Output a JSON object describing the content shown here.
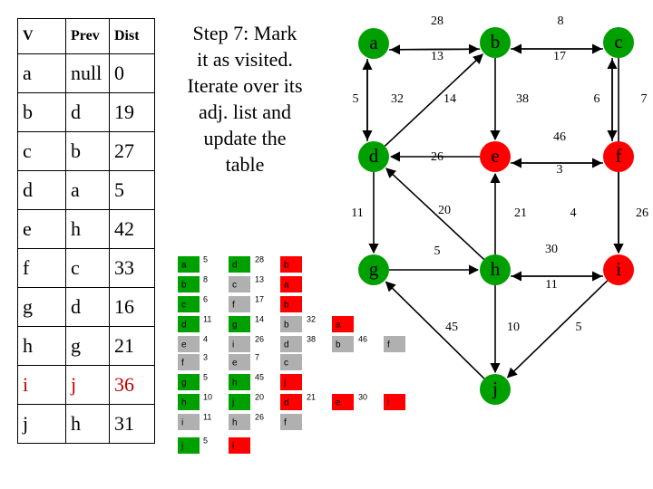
{
  "step_text": "Step 7: Mark it as visited. Iterate over its adj. list and update the table",
  "table": {
    "headers": [
      "V",
      "Prev",
      "Dist"
    ],
    "rows": [
      {
        "v": "a",
        "prev": "null",
        "dist": "0",
        "highlight": false
      },
      {
        "v": "b",
        "prev": "d",
        "dist": "19",
        "highlight": false
      },
      {
        "v": "c",
        "prev": "b",
        "dist": "27",
        "highlight": false
      },
      {
        "v": "d",
        "prev": "a",
        "dist": "5",
        "highlight": false
      },
      {
        "v": "e",
        "prev": "h",
        "dist": "42",
        "highlight": false
      },
      {
        "v": "f",
        "prev": "c",
        "dist": "33",
        "highlight": false
      },
      {
        "v": "g",
        "prev": "d",
        "dist": "16",
        "highlight": false
      },
      {
        "v": "h",
        "prev": "g",
        "dist": "21",
        "highlight": false
      },
      {
        "v": "i",
        "prev": "j",
        "dist": "36",
        "highlight": true
      },
      {
        "v": "j",
        "prev": "h",
        "dist": "31",
        "highlight": false
      }
    ]
  },
  "colors": {
    "visited": "#00a000",
    "unvisited": "#ff0000",
    "pending": "#b0b0b0",
    "table_highlight": "#c00000"
  },
  "graph": {
    "nodes": [
      {
        "id": "a",
        "label": "a",
        "state": "visited"
      },
      {
        "id": "b",
        "label": "b",
        "state": "visited"
      },
      {
        "id": "c",
        "label": "c",
        "state": "visited"
      },
      {
        "id": "d",
        "label": "d",
        "state": "visited"
      },
      {
        "id": "e",
        "label": "e",
        "state": "unvisited"
      },
      {
        "id": "f",
        "label": "f",
        "state": "unvisited"
      },
      {
        "id": "g",
        "label": "g",
        "state": "visited"
      },
      {
        "id": "h",
        "label": "h",
        "state": "visited"
      },
      {
        "id": "i",
        "label": "i",
        "state": "unvisited"
      },
      {
        "id": "j",
        "label": "j",
        "state": "visited"
      }
    ],
    "edges": [
      {
        "from": "a",
        "to": "b",
        "weight": "28"
      },
      {
        "from": "b",
        "to": "a",
        "weight": "13"
      },
      {
        "from": "b",
        "to": "c",
        "weight": "8"
      },
      {
        "from": "c",
        "to": "b",
        "weight": "17"
      },
      {
        "from": "a",
        "to": "d",
        "weight": "5"
      },
      {
        "from": "d",
        "to": "a",
        "weight": "32"
      },
      {
        "from": "d",
        "to": "b",
        "weight": "14"
      },
      {
        "from": "b",
        "to": "e",
        "weight": "38"
      },
      {
        "from": "c",
        "to": "f",
        "weight": "6"
      },
      {
        "from": "f",
        "to": "c",
        "weight": "7"
      },
      {
        "from": "e",
        "to": "f",
        "weight": "46"
      },
      {
        "from": "f",
        "to": "e",
        "weight": "3"
      },
      {
        "from": "e",
        "to": "d",
        "weight": "26"
      },
      {
        "from": "d",
        "to": "g",
        "weight": "11"
      },
      {
        "from": "h",
        "to": "d",
        "weight": "20"
      },
      {
        "from": "h",
        "to": "e",
        "weight": "21"
      },
      {
        "from": "f",
        "to": "i",
        "weight": "4"
      },
      {
        "from": "c",
        "to": "i",
        "weight": "26"
      },
      {
        "from": "g",
        "to": "h",
        "weight": "5"
      },
      {
        "from": "h",
        "to": "i",
        "weight": "30"
      },
      {
        "from": "i",
        "to": "h",
        "weight": "11"
      },
      {
        "from": "j",
        "to": "g",
        "weight": "45"
      },
      {
        "from": "h",
        "to": "j",
        "weight": "10"
      },
      {
        "from": "i",
        "to": "j",
        "weight": "5"
      }
    ]
  },
  "adjacency": [
    {
      "vertex": "a",
      "state": "visited",
      "entries": [
        {
          "w": "5",
          "v": "d",
          "state": "visited"
        },
        {
          "w": "28",
          "v": "b",
          "state": "unvisited"
        }
      ]
    },
    {
      "vertex": "b",
      "state": "visited",
      "entries": [
        {
          "w": "8",
          "v": "c",
          "state": "pending"
        },
        {
          "w": "13",
          "v": "a",
          "state": "unvisited"
        }
      ]
    },
    {
      "vertex": "c",
      "state": "visited",
      "entries": [
        {
          "w": "6",
          "v": "f",
          "state": "pending"
        },
        {
          "w": "17",
          "v": "b",
          "state": "unvisited"
        }
      ]
    },
    {
      "vertex": "d",
      "state": "visited",
      "entries": [
        {
          "w": "11",
          "v": "g",
          "state": "visited"
        },
        {
          "w": "14",
          "v": "b",
          "state": "pending"
        },
        {
          "w": "32",
          "v": "a",
          "state": "unvisited"
        }
      ]
    },
    {
      "vertex": "e",
      "state": "pending",
      "entries": [
        {
          "w": "4",
          "v": "i",
          "state": "pending"
        },
        {
          "w": "26",
          "v": "d",
          "state": "pending"
        },
        {
          "w": "38",
          "v": "b",
          "state": "pending"
        },
        {
          "w": "46",
          "v": "f",
          "state": "pending"
        }
      ]
    },
    {
      "vertex": "f",
      "state": "pending",
      "entries": [
        {
          "w": "3",
          "v": "e",
          "state": "pending"
        },
        {
          "w": "7",
          "v": "c",
          "state": "pending"
        }
      ]
    },
    {
      "vertex": "g",
      "state": "visited",
      "entries": [
        {
          "w": "5",
          "v": "h",
          "state": "visited"
        },
        {
          "w": "45",
          "v": "j",
          "state": "unvisited"
        }
      ]
    },
    {
      "vertex": "h",
      "state": "visited",
      "entries": [
        {
          "w": "10",
          "v": "j",
          "state": "visited"
        },
        {
          "w": "20",
          "v": "d",
          "state": "unvisited"
        },
        {
          "w": "21",
          "v": "e",
          "state": "unvisited"
        },
        {
          "w": "30",
          "v": "i",
          "state": "unvisited"
        }
      ]
    },
    {
      "vertex": "i",
      "state": "pending",
      "entries": [
        {
          "w": "11",
          "v": "h",
          "state": "pending"
        },
        {
          "w": "26",
          "v": "f",
          "state": "pending"
        }
      ]
    },
    {
      "vertex": "j",
      "state": "visited",
      "entries": [
        {
          "w": "5",
          "v": "i",
          "state": "unvisited"
        }
      ]
    }
  ]
}
